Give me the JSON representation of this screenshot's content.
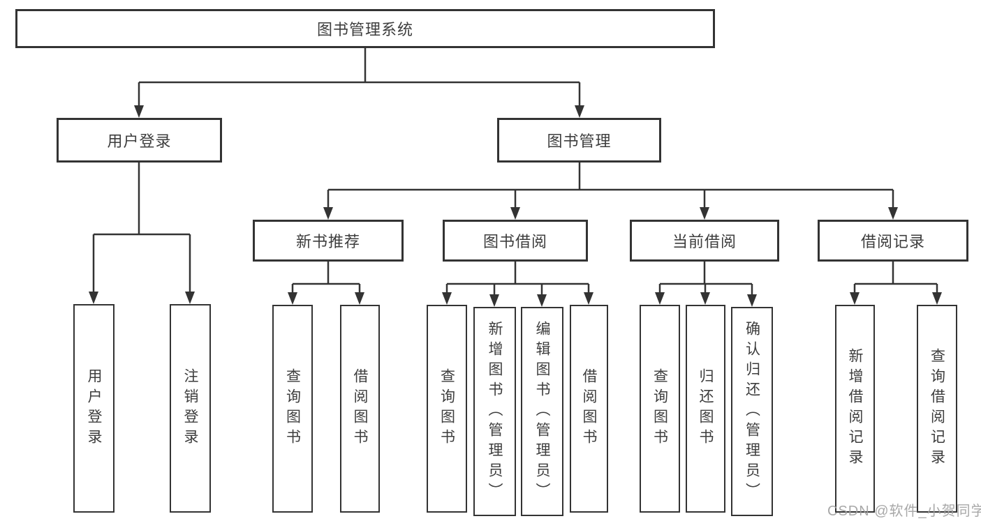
{
  "diagram": {
    "root": {
      "label": "图书管理系统"
    },
    "branches": [
      {
        "label": "用户登录",
        "children": [
          {
            "label": "用户登录"
          },
          {
            "label": "注销登录"
          }
        ]
      },
      {
        "label": "图书管理",
        "children": [
          {
            "label": "新书推荐",
            "children": [
              {
                "label": "查询图书"
              },
              {
                "label": "借阅图书"
              }
            ]
          },
          {
            "label": "图书借阅",
            "children": [
              {
                "label": "查询图书"
              },
              {
                "label": "新增图书（管理员）"
              },
              {
                "label": "编辑图书（管理员）"
              },
              {
                "label": "借阅图书"
              }
            ]
          },
          {
            "label": "当前借阅",
            "children": [
              {
                "label": "查询图书"
              },
              {
                "label": "归还图书"
              },
              {
                "label": "确认归还（管理员）"
              }
            ]
          },
          {
            "label": "借阅记录",
            "children": [
              {
                "label": "新增借阅记录"
              },
              {
                "label": "查询借阅记录"
              }
            ]
          }
        ]
      }
    ]
  },
  "watermark": {
    "text": "CSDN @软件_小贺同学"
  },
  "colors": {
    "line": "#333333",
    "box_border": "#333333",
    "box_background": "#ffffff",
    "text": "#3d3d3d",
    "watermark": "#9e9e9e"
  }
}
